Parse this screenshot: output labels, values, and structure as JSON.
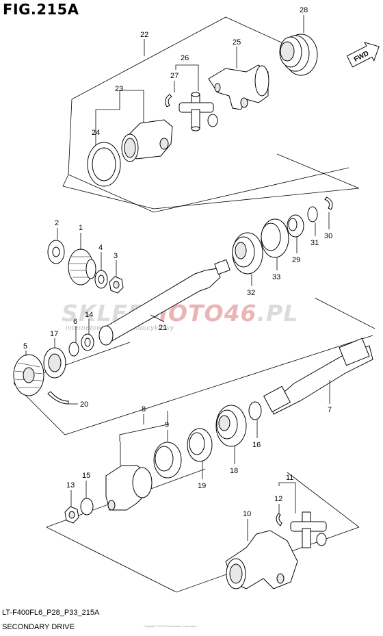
{
  "header": {
    "figure_title": "FIG.215A"
  },
  "footer": {
    "model_code": "LT-F400FL6_P28_P33_215A",
    "section_title": "SECONDARY DRIVE",
    "fine_print": "Copyright © 2017 Suzuki Motor Corporation"
  },
  "watermark": {
    "brand_a": "SKLEP",
    "brand_b": "MOTO46",
    "brand_c": ".PL",
    "subtitle": "internetowy sklep motocyklowy"
  },
  "direction_marker": {
    "label": "FWD",
    "icon": "fwd-arrow-icon"
  },
  "callouts": [
    {
      "id": "p28",
      "number": "28"
    },
    {
      "id": "p22",
      "number": "22"
    },
    {
      "id": "p25",
      "number": "25"
    },
    {
      "id": "p26",
      "number": "26"
    },
    {
      "id": "p27",
      "number": "27"
    },
    {
      "id": "p23",
      "number": "23"
    },
    {
      "id": "p24",
      "number": "24"
    },
    {
      "id": "p2",
      "number": "2"
    },
    {
      "id": "p1",
      "number": "1"
    },
    {
      "id": "p4",
      "number": "4"
    },
    {
      "id": "p3",
      "number": "3"
    },
    {
      "id": "p31",
      "number": "31"
    },
    {
      "id": "p30",
      "number": "30"
    },
    {
      "id": "p29",
      "number": "29"
    },
    {
      "id": "p33",
      "number": "33"
    },
    {
      "id": "p32",
      "number": "32"
    },
    {
      "id": "p6",
      "number": "6"
    },
    {
      "id": "p14",
      "number": "14"
    },
    {
      "id": "p21",
      "number": "21"
    },
    {
      "id": "p17",
      "number": "17"
    },
    {
      "id": "p5",
      "number": "5"
    },
    {
      "id": "p20",
      "number": "20"
    },
    {
      "id": "p7",
      "number": "7"
    },
    {
      "id": "p8",
      "number": "8"
    },
    {
      "id": "p9",
      "number": "9"
    },
    {
      "id": "p16",
      "number": "16"
    },
    {
      "id": "p18",
      "number": "18"
    },
    {
      "id": "p19",
      "number": "19"
    },
    {
      "id": "p15",
      "number": "15"
    },
    {
      "id": "p13",
      "number": "13"
    },
    {
      "id": "p11",
      "number": "11"
    },
    {
      "id": "p12",
      "number": "12"
    },
    {
      "id": "p10",
      "number": "10"
    }
  ]
}
